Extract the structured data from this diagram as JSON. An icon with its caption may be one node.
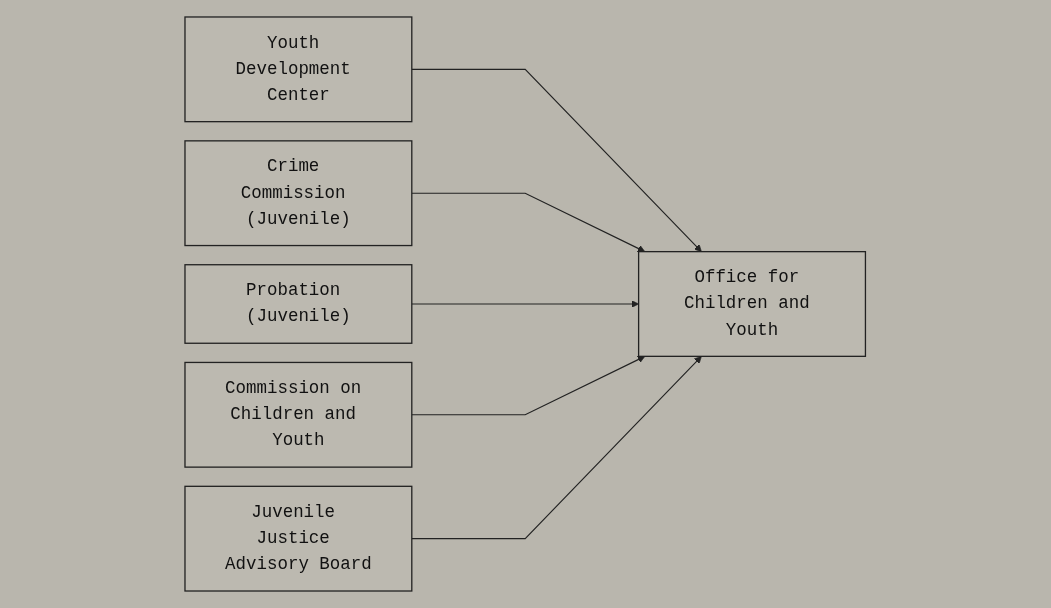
{
  "diagram": {
    "nodes": [
      {
        "text": [
          "Youth Development Center"
        ]
      },
      {
        "text": [
          "Crime Commission (Juvenile)"
        ]
      },
      {
        "text": [
          "Probation (Juvenile)"
        ]
      },
      {
        "text": [
          "Commission on Children and Youth"
        ]
      },
      {
        "text": [
          "Juvenile Justice Advisory Board"
        ]
      },
      {
        "text": [
          "Office for Children and Youth"
        ]
      }
    ],
    "edges": [
      {
        "from": 0,
        "to": 5,
        "arrow": "to"
      },
      {
        "from": 1,
        "to": 5,
        "arrow": "to"
      },
      {
        "from": 2,
        "to": 5,
        "arrow": "to"
      },
      {
        "from": 3,
        "to": 5,
        "arrow": "to"
      },
      {
        "from": 4,
        "to": 5,
        "arrow": "to"
      }
    ]
  }
}
